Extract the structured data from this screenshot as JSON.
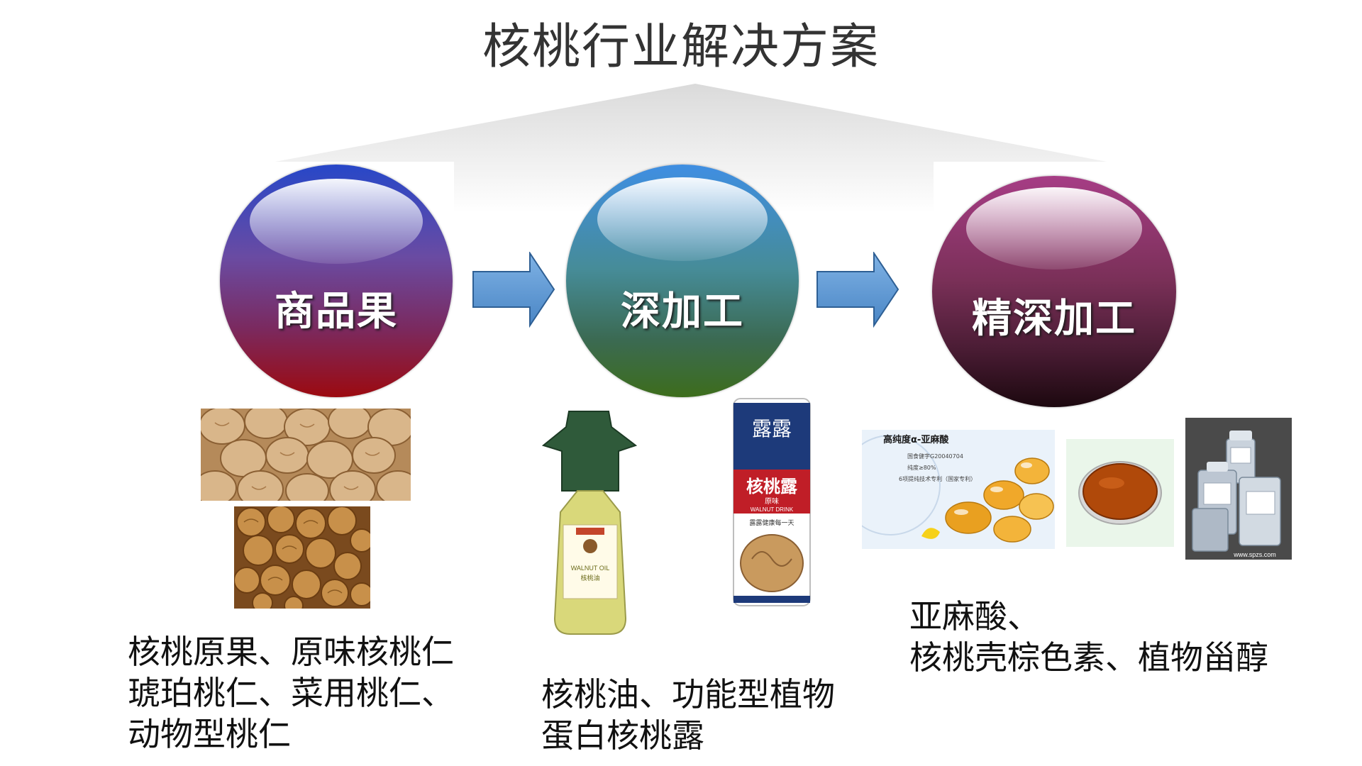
{
  "page": {
    "title": "核桃行业解决方案"
  },
  "flow": {
    "stages": [
      {
        "label": "商品果",
        "color": "#6a4ba2"
      },
      {
        "label": "深加工",
        "color": "#468c98"
      },
      {
        "label": "精深加工",
        "color": "#7a3058"
      }
    ],
    "arrow_color": "#5b9bd5"
  },
  "captions": {
    "stage1": [
      "核桃原果、原味核桃仁",
      "琥珀桃仁、菜用桃仁、",
      "动物型桃仁"
    ],
    "stage2": [
      "核桃油、功能型植物",
      "蛋白核桃露"
    ],
    "stage3": [
      "亚麻酸、",
      "核桃壳棕色素、植物甾醇"
    ]
  },
  "products": {
    "oil_bottle": {
      "brand": "WALNUT OIL",
      "label_cn": "核桃油"
    },
    "can": {
      "brand": "露露",
      "name": "核桃露",
      "sub": "原味",
      "en": "WALNUT DRINK",
      "slogan": "露露健康每一天"
    },
    "supplement": {
      "heading": "高纯度α-亚麻酸",
      "lines": [
        "国食健字G20040704",
        "纯度≥80%",
        "6项提纯技术专利（国家专利）"
      ]
    },
    "drums": {
      "watermark": "www.spzs.com"
    }
  }
}
